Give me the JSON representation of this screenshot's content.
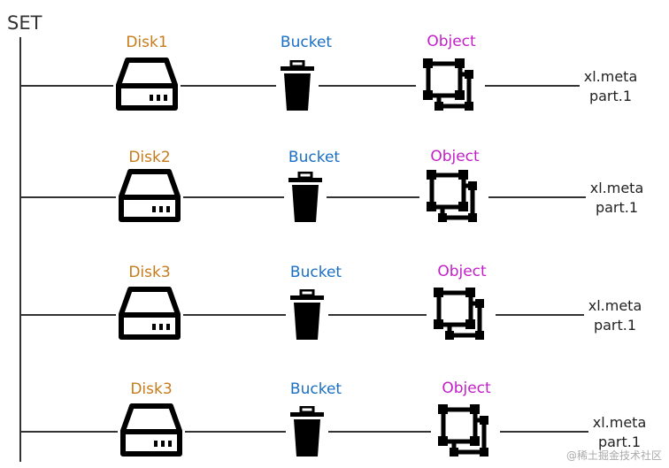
{
  "set_label": "SET",
  "rows": [
    {
      "disk": "Disk1",
      "bucket": "Bucket",
      "object": "Object",
      "files": [
        "xl.meta",
        "part.1"
      ]
    },
    {
      "disk": "Disk2",
      "bucket": "Bucket",
      "object": "Object",
      "files": [
        "xl.meta",
        "part.1"
      ]
    },
    {
      "disk": "Disk3",
      "bucket": "Bucket",
      "object": "Object",
      "files": [
        "xl.meta",
        "part.1"
      ]
    },
    {
      "disk": "Disk3",
      "bucket": "Bucket",
      "object": "Object",
      "files": [
        "xl.meta",
        "part.1"
      ]
    }
  ],
  "watermark": "@稀土掘金技术社区",
  "colors": {
    "disk": "#c77b1a",
    "bucket": "#1a6fc4",
    "object": "#c21fc8",
    "line": "#333333"
  }
}
